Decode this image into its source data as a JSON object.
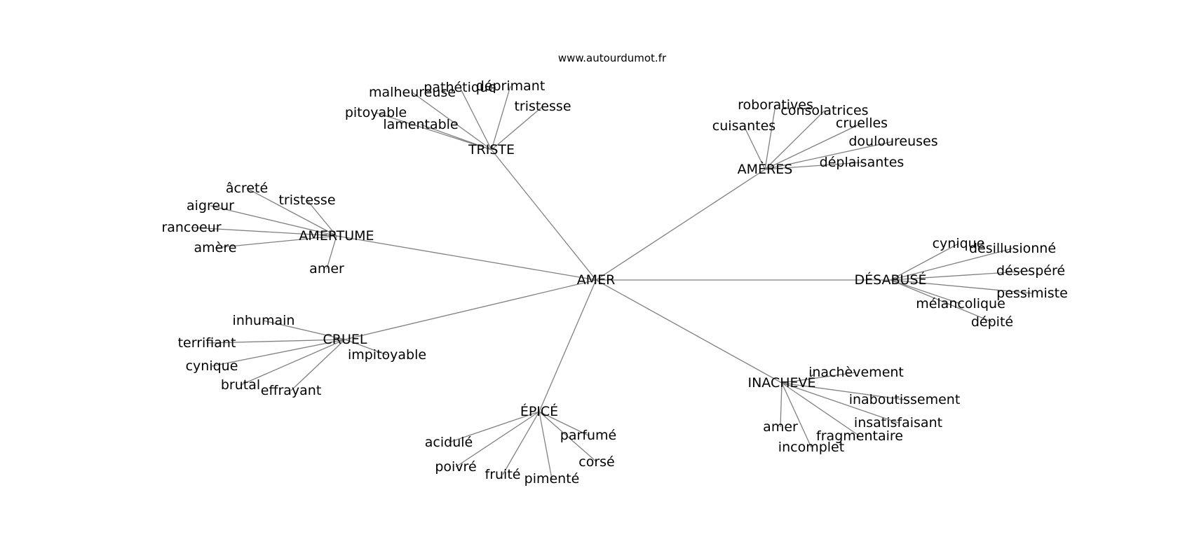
{
  "source": "www.autourdumot.fr",
  "center": {
    "id": "amer",
    "label": "AMER"
  },
  "groups": [
    {
      "id": "triste",
      "label": "TRISTE",
      "words": [
        {
          "id": "malheureuse",
          "label": "malheureuse"
        },
        {
          "id": "pathetique",
          "label": "pathétique"
        },
        {
          "id": "deprimant",
          "label": "déprimant"
        },
        {
          "id": "tristesse-1",
          "label": "tristesse"
        },
        {
          "id": "pitoyable",
          "label": "pitoyable"
        },
        {
          "id": "lamentable",
          "label": "lamentable"
        }
      ]
    },
    {
      "id": "ameres",
      "label": "AMÈRES",
      "words": [
        {
          "id": "roboratives",
          "label": "roboratives"
        },
        {
          "id": "consolatrices",
          "label": "consolatrices"
        },
        {
          "id": "cuisantes",
          "label": "cuisantes"
        },
        {
          "id": "cruelles",
          "label": "cruelles"
        },
        {
          "id": "douloureuses",
          "label": "douloureuses"
        },
        {
          "id": "deplaisantes",
          "label": "déplaisantes"
        }
      ]
    },
    {
      "id": "amertume",
      "label": "AMERTUME",
      "words": [
        {
          "id": "acrete",
          "label": "âcreté"
        },
        {
          "id": "tristesse-2",
          "label": "tristesse"
        },
        {
          "id": "aigreur",
          "label": "aigreur"
        },
        {
          "id": "rancoeur",
          "label": "rancoeur"
        },
        {
          "id": "amere",
          "label": "amère"
        },
        {
          "id": "amer-1",
          "label": "amer"
        }
      ]
    },
    {
      "id": "desabuse",
      "label": "DÉSABUSÉ",
      "words": [
        {
          "id": "cynique-1",
          "label": "cynique"
        },
        {
          "id": "desillusionne",
          "label": "désillusionné"
        },
        {
          "id": "desespere",
          "label": "désespéré"
        },
        {
          "id": "pessimiste",
          "label": "pessimiste"
        },
        {
          "id": "melancolique",
          "label": "mélancolique"
        },
        {
          "id": "depite",
          "label": "dépité"
        }
      ]
    },
    {
      "id": "cruel",
      "label": "CRUEL",
      "words": [
        {
          "id": "inhumain",
          "label": "inhumain"
        },
        {
          "id": "terrifiant",
          "label": "terrifiant"
        },
        {
          "id": "impitoyable",
          "label": "impitoyable"
        },
        {
          "id": "cynique-2",
          "label": "cynique"
        },
        {
          "id": "brutal",
          "label": "brutal"
        },
        {
          "id": "effrayant",
          "label": "effrayant"
        }
      ]
    },
    {
      "id": "inacheve",
      "label": "INACHEVÉ",
      "words": [
        {
          "id": "inachevement",
          "label": "inachèvement"
        },
        {
          "id": "inaboutissement",
          "label": "inaboutissement"
        },
        {
          "id": "insatisfaisant",
          "label": "insatisfaisant"
        },
        {
          "id": "fragmentaire",
          "label": "fragmentaire"
        },
        {
          "id": "amer-2",
          "label": "amer"
        },
        {
          "id": "incomplet",
          "label": "incomplet"
        }
      ]
    },
    {
      "id": "epice",
      "label": "ÉPICÉ",
      "words": [
        {
          "id": "acidule",
          "label": "acidulé"
        },
        {
          "id": "parfume",
          "label": "parfumé"
        },
        {
          "id": "poivre",
          "label": "poivré"
        },
        {
          "id": "corse",
          "label": "corsé"
        },
        {
          "id": "fruite",
          "label": "fruité"
        },
        {
          "id": "pimente",
          "label": "pimenté"
        }
      ]
    }
  ]
}
